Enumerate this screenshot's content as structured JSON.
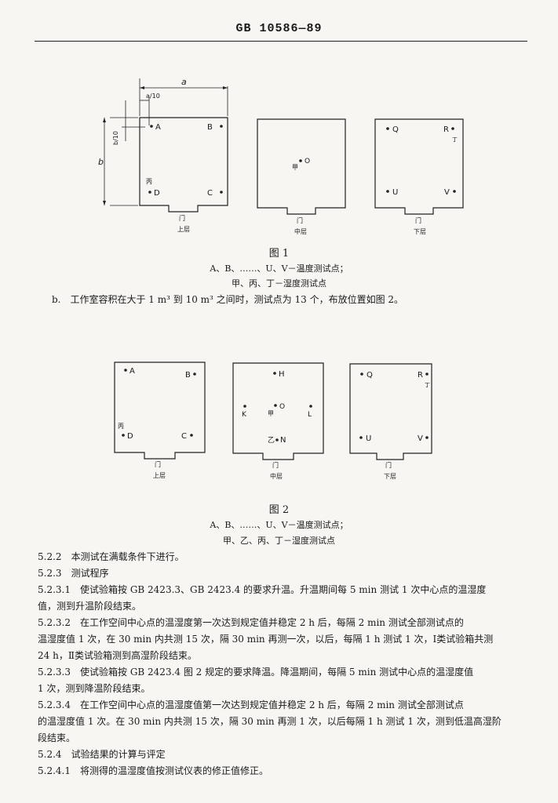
{
  "header": {
    "standard": "GB 10586—89"
  },
  "figure1": {
    "dim_a": "a",
    "dim_a10": "a/10",
    "dim_b": "b",
    "dim_b10": "b/10",
    "points": {
      "A": "A",
      "B": "B",
      "C": "C",
      "D": "D",
      "bing": "丙",
      "O": "O",
      "jia": "甲",
      "Q": "Q",
      "R": "R",
      "ding": "丁",
      "U": "U",
      "V": "V"
    },
    "door": "门",
    "upper": "上层",
    "middle": "中层",
    "lower": "下层",
    "title": "图 1",
    "legend1": "A、B、……、U、V－温度测试点；",
    "legend2": "甲、丙、丁－湿度测试点"
  },
  "item_b": "b.　工作室容积在大于 1 m³ 到 10 m³ 之间时，测试点为 13 个，布放位置如图 2。",
  "figure2": {
    "points": {
      "A": "A",
      "B": "B",
      "C": "C",
      "D": "D",
      "bing": "丙",
      "H": "H",
      "K": "K",
      "O": "O",
      "jia": "甲",
      "L": "L",
      "N": "N",
      "yi": "乙",
      "Q": "Q",
      "R": "R",
      "ding": "丁",
      "U": "U",
      "V": "V"
    },
    "door": "门",
    "upper": "上层",
    "middle": "中层",
    "lower": "下层",
    "title": "图 2",
    "legend1": "A、B、……、U、V－温度测试点；",
    "legend2": "甲、乙、丙、丁－湿度测试点"
  },
  "sections": [
    {
      "num": "5.2.2",
      "text": "本测试在满载条件下进行。"
    },
    {
      "num": "5.2.3",
      "text": "测试程序"
    },
    {
      "num": "5.2.3.1",
      "line1": "使试验箱按 GB 2423.3、GB 2423.4 的要求升温。升温期间每 5 min 测试 1 次中心点的温湿度",
      "line2": "值，测到升温阶段结束。"
    },
    {
      "num": "5.2.3.2",
      "line1": "在工作空间中心点的温湿度第一次达到规定值并稳定 2 h 后，每隔 2 min 测试全部测试点的",
      "line2": "温湿度值 1 次，在 30 min 内共测 15 次，隔 30 min 再测一次，以后，每隔 1 h 测试 1 次，Ⅰ类试验箱共测",
      "line3": "24 h，Ⅱ类试验箱测到高湿阶段结束。"
    },
    {
      "num": "5.2.3.3",
      "line1": "使试验箱按 GB 2423.4 图 2 规定的要求降温。降温期间，每隔 5 min 测试中心点的温湿度值",
      "line2": "1 次，测到降温阶段结束。"
    },
    {
      "num": "5.2.3.4",
      "line1": "在工作空间中心点的温湿度值第一次达到规定值并稳定 2 h 后，每隔 2 min 测试全部测试点",
      "line2": "的温湿度值 1 次。在 30 min 内共测 15 次，隔 30 min 再测 1 次，以后每隔 1 h 测试 1 次，测到低温高湿阶",
      "line3": "段结束。"
    },
    {
      "num": "5.2.4",
      "text": "试验结果的计算与评定"
    },
    {
      "num": "5.2.4.1",
      "text": "将测得的温湿度值按测试仪表的修正值修正。"
    }
  ]
}
